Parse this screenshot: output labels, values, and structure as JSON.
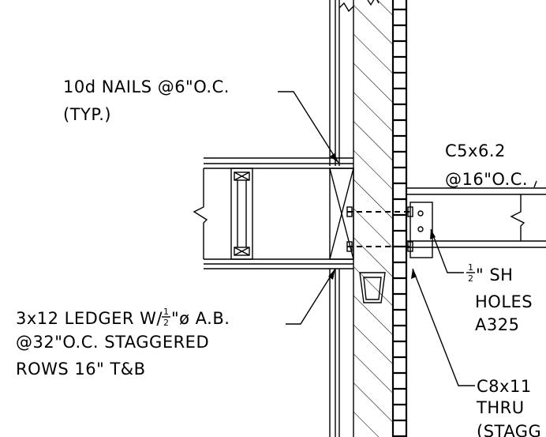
{
  "labels": {
    "nails_line1": "10d NAILS @6\"O.C.",
    "nails_line2": "(TYP.)",
    "channel_line1": "C5x6.2",
    "channel_line2": "@16\"O.C.",
    "ledger_line1_a": "3x12 LEDGER W/",
    "ledger_line1_b": "\"ø A.B.",
    "ledger_line2": "@32\"O.C. STAGGERED",
    "ledger_line3": "ROWS 16\" T&B",
    "bolt_line1_a": "\" SH",
    "bolt_line2": "HOLES",
    "bolt_line3": "A325",
    "c8_line1": "C8x11",
    "c8_line2": "THRU",
    "c8_line3": "(STAGG",
    "frac_num": "1",
    "frac_den": "2"
  }
}
